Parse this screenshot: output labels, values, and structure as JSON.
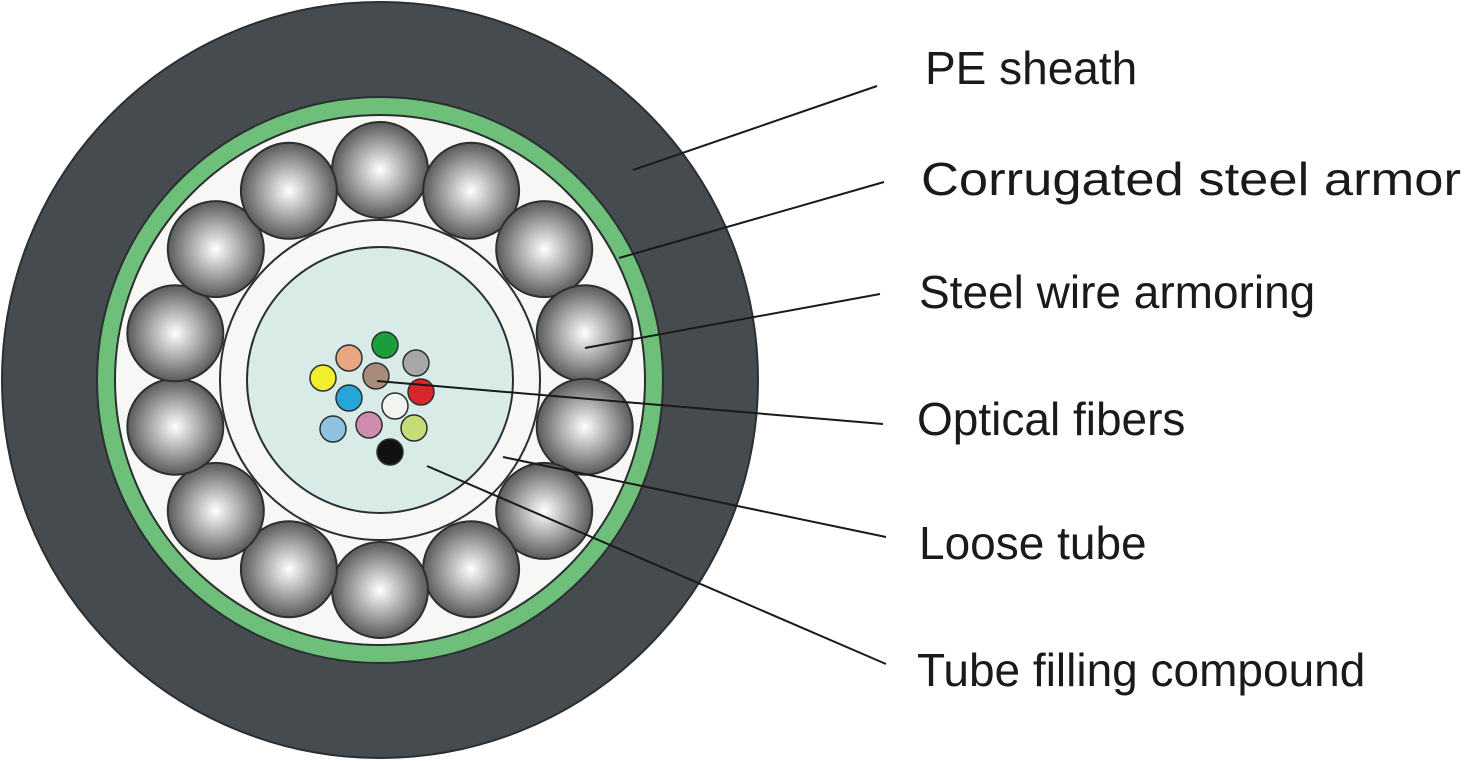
{
  "labels": {
    "pe_sheath": "PE sheath",
    "corrugated_armor": "Corrugated steel armor",
    "steel_wire": "Steel wire armoring",
    "optical_fibers": "Optical fibers",
    "loose_tube": "Loose tube",
    "filling_compound": "Tube filling compound"
  },
  "colors": {
    "pe_sheath": "#454b4e",
    "corrugated_armor": "#6dbf7a",
    "inner_fill": "#f7f7f5",
    "tube_gel": "#d8ebe6",
    "wire_light": "#ffffff",
    "wire_dark": "#5a5a5a",
    "fibers": [
      "#1a9e3a",
      "#e8a582",
      "#a7a7a7",
      "#f2ee2c",
      "#a88b78",
      "#d9262b",
      "#24a6da",
      "#f2f4f0",
      "#8fc2e0",
      "#d08cae",
      "#c6dc74",
      "#111111"
    ]
  },
  "icons": {
    "wire": "steel-wire-icon",
    "fiber": "optical-fiber-icon"
  }
}
